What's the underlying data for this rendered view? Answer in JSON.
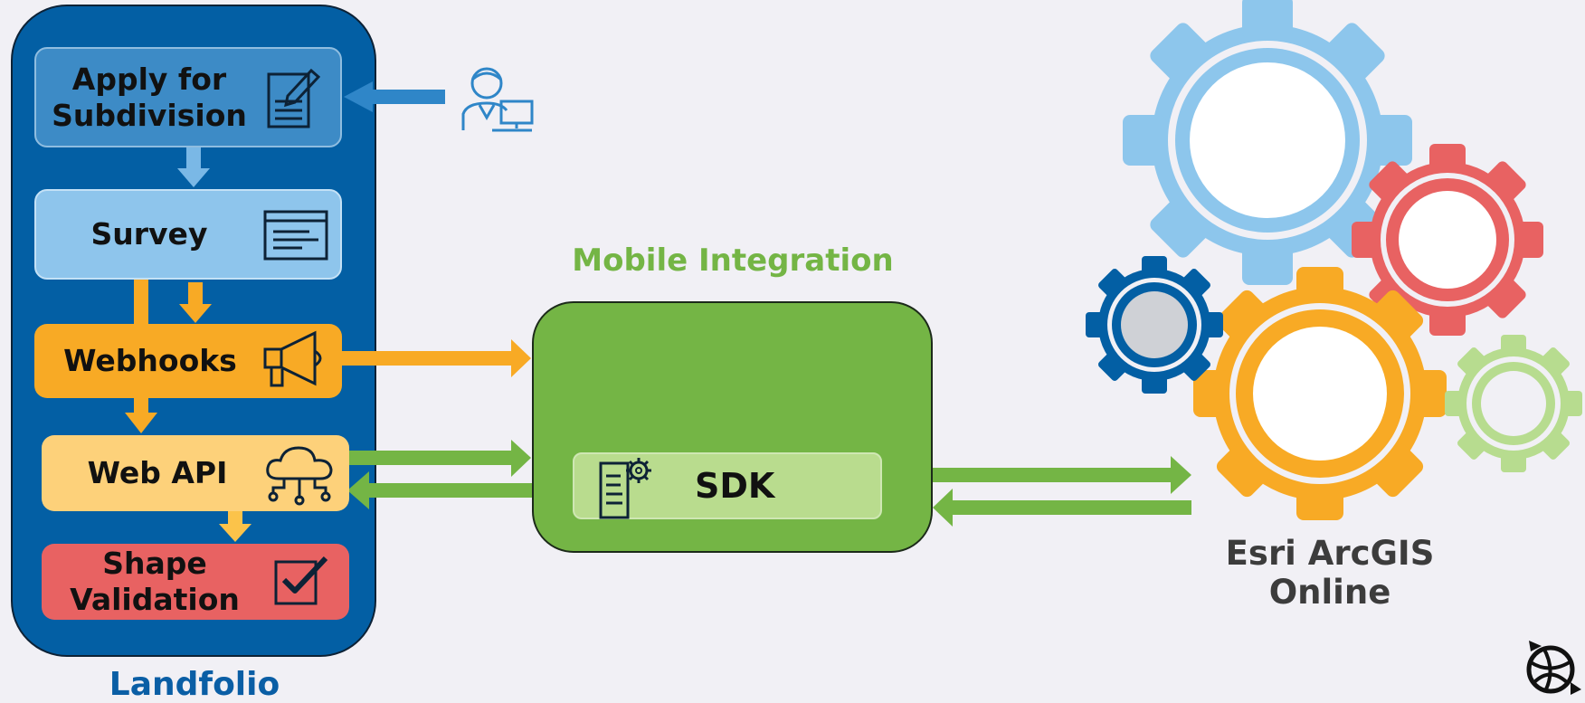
{
  "landfolio": {
    "label": "Landfolio",
    "steps": {
      "apply_line1": "Apply for",
      "apply_line2": "Subdivision",
      "survey": "Survey",
      "webhooks": "Webhooks",
      "webapi": "Web API",
      "shape_line1": "Shape",
      "shape_line2": "Validation"
    }
  },
  "mobile": {
    "title": "Mobile Integration",
    "sdk": "SDK"
  },
  "esri": {
    "label": "Esri ArcGIS Online"
  },
  "colors": {
    "panel_blue": "#035fa4",
    "apply_blue": "#3d8bc6",
    "survey_light_blue": "#8ec5ec",
    "webhooks_orange": "#f8aa25",
    "webapi_yellow": "#fdd17a",
    "shape_red": "#e86262",
    "mobile_green": "#74b545",
    "sdk_light_green": "#b9dc8e"
  },
  "icons": [
    "edit-document-icon",
    "survey-form-icon",
    "megaphone-icon",
    "cloud-network-icon",
    "checkbox-icon",
    "user-computer-icon",
    "settings-document-icon",
    "gears-icon",
    "globe-logo-icon"
  ]
}
